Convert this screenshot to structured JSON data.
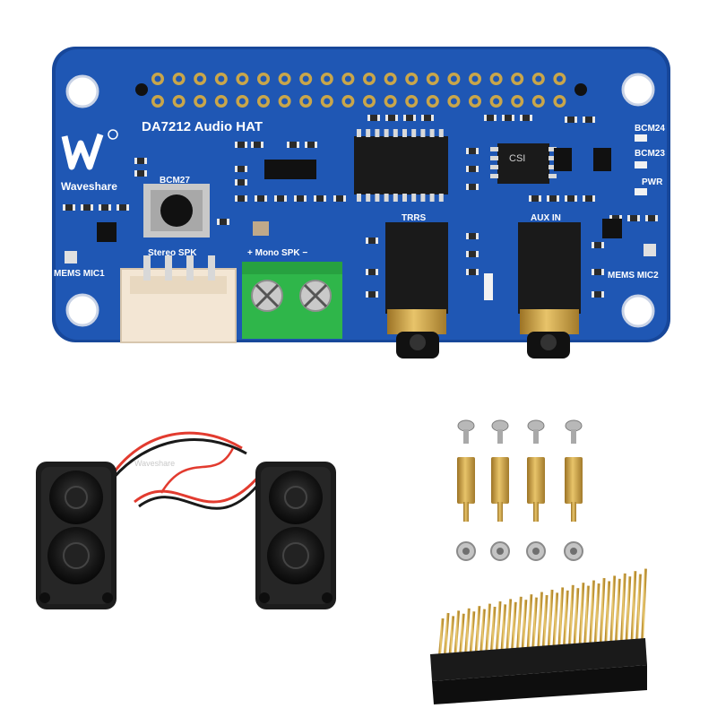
{
  "board": {
    "title": "DA7212 Audio HAT",
    "brand": "Waveshare",
    "button_label": "BCM27",
    "stereo_label": "Stereo SPK",
    "mono_label": "+ Mono SPK −",
    "mic1_label": "MEMS MIC1",
    "mic2_label": "MEMS MIC2",
    "trrs_label": "TRRS",
    "aux_label": "AUX IN",
    "led_labels": [
      "BCM24",
      "BCM23",
      "PWR"
    ],
    "chip_marking": "CSI"
  },
  "speakers": {
    "wire_marking": "Waveshare"
  },
  "colors": {
    "pcb": "#1f57b4",
    "pcb_edge": "#17479a",
    "terminal": "#2fb64a",
    "brass": "#c89a3a",
    "speaker": "#1c1c1c"
  }
}
